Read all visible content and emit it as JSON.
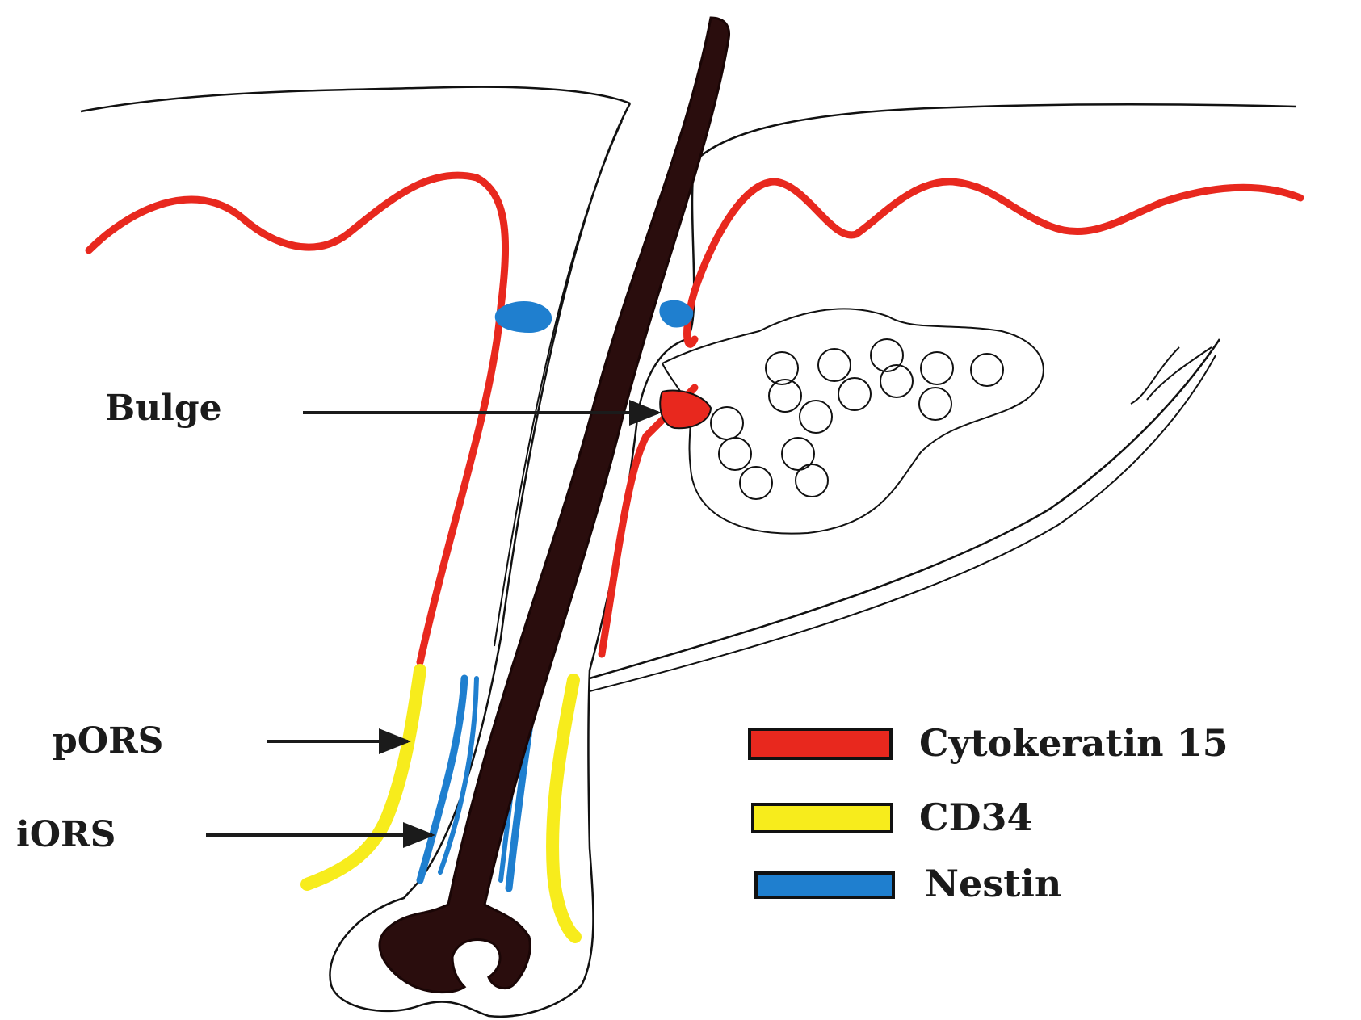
{
  "labels": {
    "bulge": "Bulge",
    "pors": "pORS",
    "iors": "iORS"
  },
  "legend": [
    {
      "name": "Cytokeratin 15",
      "color": "#e8281e"
    },
    {
      "name": "CD34",
      "color": "#f7ec1c"
    },
    {
      "name": "Nestin",
      "color": "#1f7fcf"
    }
  ],
  "colors": {
    "hair_shaft": "#2a0d0d",
    "outline": "#111111",
    "cytokeratin15": "#e8281e",
    "cd34": "#f7ec1c",
    "nestin": "#1f7fcf"
  }
}
